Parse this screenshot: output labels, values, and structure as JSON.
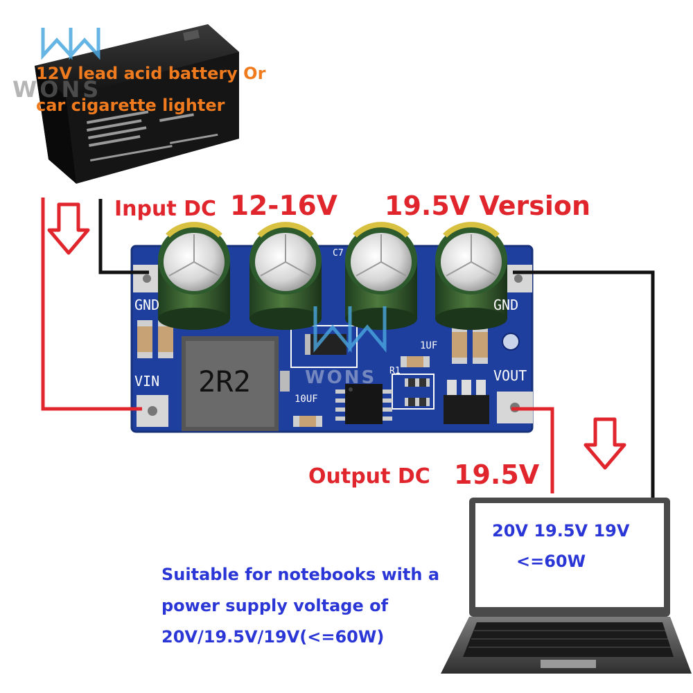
{
  "watermark": {
    "text": "WONS"
  },
  "battery": {
    "caption_line1": "12V lead acid battery Or",
    "caption_line2": "car cigarette lighter"
  },
  "labels": {
    "input": "Input DC",
    "input_range": "12-16V",
    "version": "19.5V Version",
    "output": "Output DC",
    "output_value": "19.5V"
  },
  "board": {
    "gnd_left": "GND",
    "gnd_right": "GND",
    "vin": "VIN",
    "vout": "VOUT",
    "inductor": "2R2",
    "cap_10uf": "10UF",
    "cap_1uf": "1UF",
    "r1": "R1",
    "c7": "C7"
  },
  "laptop": {
    "screen_line1": "20V 19.5V 19V",
    "screen_line2": "<=60W"
  },
  "description": {
    "line1": "Suitable for notebooks with a",
    "line2": "power supply voltage of",
    "line3": "20V/19.5V/19V(<=60W)"
  },
  "colors": {
    "wire_red": "#e0252c",
    "wire_black": "#111111",
    "pcb_blue": "#1f3f9e",
    "text_blue": "#2b36d6",
    "text_orange": "#f07a1e"
  }
}
